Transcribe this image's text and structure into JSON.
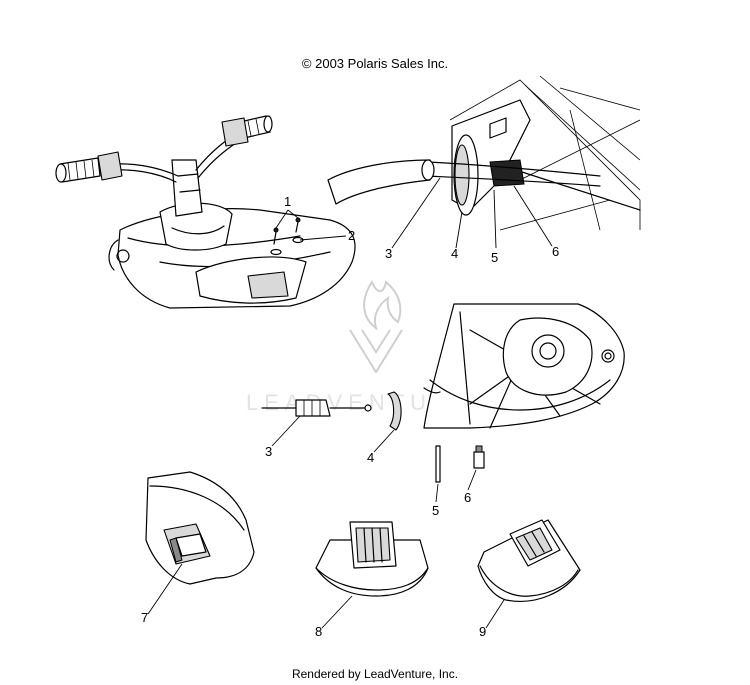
{
  "header": {
    "copyright": "© 2003 Polaris Sales Inc."
  },
  "footer": {
    "rendered_by": "Rendered by LeadVenture, Inc."
  },
  "watermark": {
    "text": "LEADVENTURE"
  },
  "callouts": {
    "c1": "1",
    "c2": "2",
    "c3a": "3",
    "c4a": "4",
    "c5a": "5",
    "c6a": "6",
    "c3b": "3",
    "c4b": "4",
    "c5b": "5",
    "c6b": "6",
    "c7": "7",
    "c8": "8",
    "c9": "9"
  }
}
